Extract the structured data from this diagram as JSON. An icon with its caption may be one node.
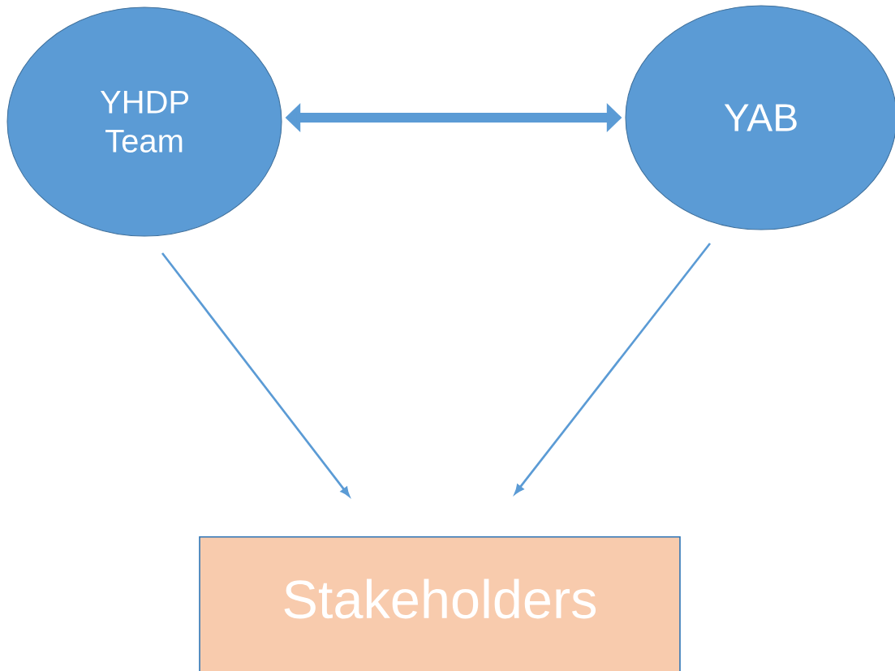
{
  "diagram": {
    "nodes": [
      {
        "text": [
          "YHDP Team"
        ]
      },
      {
        "text": [
          "YAB"
        ]
      },
      {
        "text": [
          "Stakeholders"
        ]
      }
    ],
    "edges": [
      {
        "from": 0,
        "to": 1,
        "arrow": "both",
        "style": "thick"
      },
      {
        "from": 0,
        "to": 2,
        "arrow": "to"
      },
      {
        "from": 1,
        "to": 2,
        "arrow": "to"
      }
    ]
  }
}
